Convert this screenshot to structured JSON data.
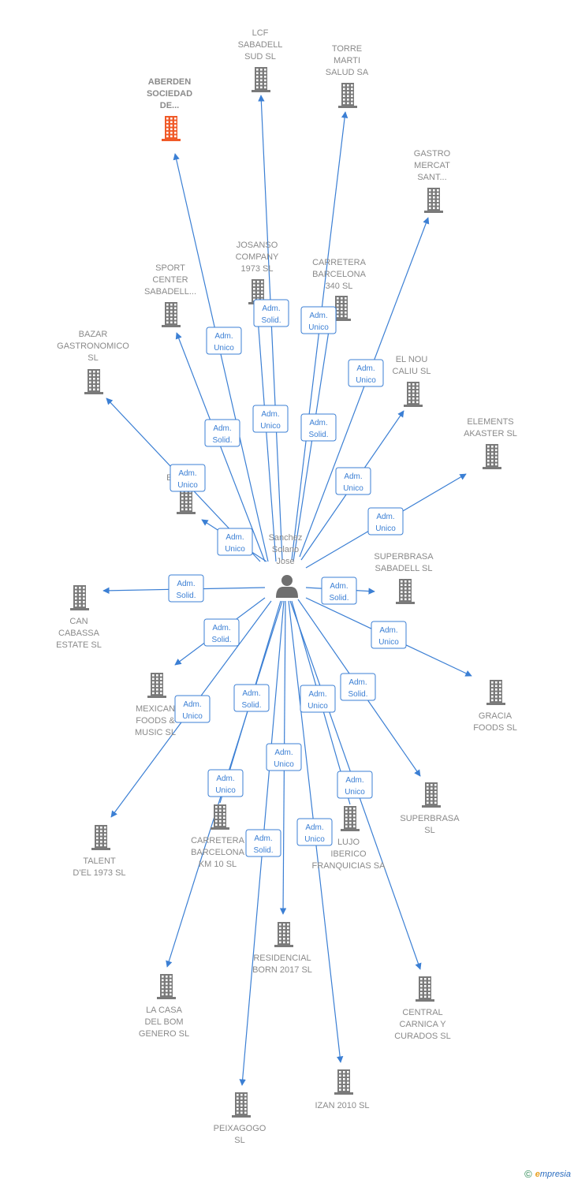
{
  "center": {
    "name_lines": [
      "Sanchez",
      "Solano",
      "Jose"
    ]
  },
  "colors": {
    "edge": "#3b7fd4",
    "building": "#7a7a7a",
    "building_highlight": "#f05a28",
    "label": "#8a8a8a"
  },
  "nodes": [
    {
      "id": "aberden",
      "lines": [
        "ABERDEN",
        "SOCIEDAD",
        "DE..."
      ],
      "highlight": true
    },
    {
      "id": "lcf",
      "lines": [
        "LCF",
        "SABADELL",
        "SUD  SL"
      ]
    },
    {
      "id": "torre",
      "lines": [
        "TORRE",
        "MARTI",
        "SALUD SA"
      ]
    },
    {
      "id": "gastro",
      "lines": [
        "GASTRO",
        "MERCAT",
        "SANT..."
      ]
    },
    {
      "id": "josanso",
      "lines": [
        "JOSANSO",
        "COMPANY",
        "1973  SL"
      ]
    },
    {
      "id": "carretera340",
      "lines": [
        "CARRETERA",
        "BARCELONA",
        "340  SL"
      ]
    },
    {
      "id": "sport",
      "lines": [
        "SPORT",
        "CENTER",
        "SABADELL..."
      ]
    },
    {
      "id": "bazar",
      "lines": [
        "BAZAR",
        "GASTRONOMICO",
        "SL"
      ]
    },
    {
      "id": "elnou",
      "lines": [
        "EL NOU",
        "CALIU  SL"
      ]
    },
    {
      "id": "elements",
      "lines": [
        "ELEMENTS",
        "AKASTER  SL"
      ]
    },
    {
      "id": "elko",
      "lines": [
        "ELKO      SL"
      ]
    },
    {
      "id": "superbrasa_sab",
      "lines": [
        "SUPERBRASA",
        "SABADELL  SL"
      ]
    },
    {
      "id": "can",
      "lines": [
        "CAN",
        "CABASSA",
        "ESTATE  SL"
      ]
    },
    {
      "id": "gracia",
      "lines": [
        "GRACIA",
        "FOODS  SL"
      ]
    },
    {
      "id": "mexican",
      "lines": [
        "MEXICAN",
        "FOODS &",
        "MUSIC  SL"
      ]
    },
    {
      "id": "superbrasa",
      "lines": [
        "SUPERBRASA",
        "SL"
      ]
    },
    {
      "id": "talent",
      "lines": [
        "TALENT",
        "D'EL 1973  SL"
      ]
    },
    {
      "id": "carreterakm",
      "lines": [
        "CARRETERA",
        "BARCELONA",
        "KM 10  SL"
      ]
    },
    {
      "id": "lujo",
      "lines": [
        "LUJO",
        "IBERICO",
        "FRANQUICIAS SA"
      ]
    },
    {
      "id": "residencial",
      "lines": [
        "RESIDENCIAL",
        "BORN 2017  SL"
      ]
    },
    {
      "id": "lacasa",
      "lines": [
        "LA CASA",
        "DEL BOM",
        "GENERO  SL"
      ]
    },
    {
      "id": "central",
      "lines": [
        "CENTRAL",
        "CARNICA Y",
        "CURADOS  SL"
      ]
    },
    {
      "id": "izan",
      "lines": [
        "IZAN 2010  SL"
      ]
    },
    {
      "id": "peixagogo",
      "lines": [
        "PEIXAGOGO",
        "SL"
      ]
    }
  ],
  "edges": [
    {
      "to": "aberden",
      "label": [
        "Adm.",
        "Unico"
      ]
    },
    {
      "to": "lcf",
      "label": [
        "Adm.",
        "Unico"
      ]
    },
    {
      "to": "torre",
      "label": [
        "Adm.",
        "Unico"
      ]
    },
    {
      "to": "gastro",
      "label": [
        "Adm.",
        "Unico"
      ]
    },
    {
      "to": "josanso",
      "label": [
        "Adm.",
        "Solid."
      ]
    },
    {
      "to": "carretera340",
      "label": [
        "Adm.",
        "Solid."
      ]
    },
    {
      "to": "sport",
      "label": [
        "Adm.",
        "Solid."
      ]
    },
    {
      "to": "bazar",
      "label": [
        "Adm.",
        "Unico"
      ]
    },
    {
      "to": "elnou",
      "label": [
        "Adm.",
        "Unico"
      ]
    },
    {
      "to": "elements",
      "label": [
        "Adm.",
        "Unico"
      ]
    },
    {
      "to": "elko",
      "label": [
        "Adm.",
        "Unico"
      ]
    },
    {
      "to": "superbrasa_sab",
      "label": [
        "Adm.",
        "Solid."
      ]
    },
    {
      "to": "can",
      "label": [
        "Adm.",
        "Solid."
      ]
    },
    {
      "to": "gracia",
      "label": [
        "Adm.",
        "Unico"
      ]
    },
    {
      "to": "mexican",
      "label": [
        "Adm.",
        "Solid."
      ]
    },
    {
      "to": "superbrasa",
      "label": [
        "Adm.",
        "Solid."
      ]
    },
    {
      "to": "talent",
      "label": [
        "Adm.",
        "Unico"
      ]
    },
    {
      "to": "carreterakm",
      "label": [
        "Adm.",
        "Solid."
      ]
    },
    {
      "to": "lujo",
      "label": [
        "Adm.",
        "Unico"
      ]
    },
    {
      "to": "residencial",
      "label": [
        "Adm.",
        "Unico"
      ]
    },
    {
      "to": "lacasa",
      "label": [
        "Adm.",
        "Unico"
      ]
    },
    {
      "to": "central",
      "label": [
        "Adm.",
        "Unico"
      ]
    },
    {
      "to": "izan",
      "label": [
        "Adm.",
        "Unico"
      ]
    },
    {
      "to": "peixagogo",
      "label": [
        "Adm.",
        "Solid."
      ]
    }
  ],
  "footer": {
    "copyright": "©",
    "brand_initial": "e",
    "brand_rest": "mpresia"
  }
}
